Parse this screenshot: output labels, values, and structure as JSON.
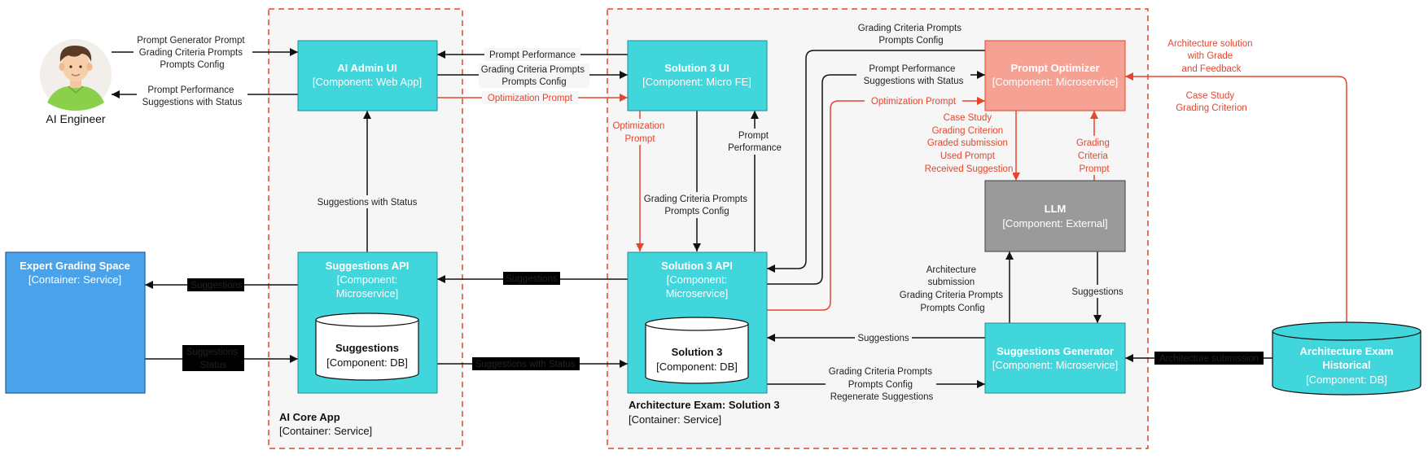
{
  "person": {
    "label": "AI Engineer"
  },
  "boundaries": {
    "core": {
      "title": "AI Core App",
      "sub": "[Container: Service]"
    },
    "exam": {
      "title": "Architecture Exam: Solution 3",
      "sub": "[Container: Service]"
    }
  },
  "boxes": {
    "admin_ui": {
      "title": "AI Admin UI",
      "sub": "[Component: Web App]"
    },
    "sol3_ui": {
      "title": "Solution 3 UI",
      "sub": "[Component: Micro FE]"
    },
    "optimizer": {
      "title": "Prompt Optimizer",
      "sub": "[Component: Microservice]"
    },
    "llm": {
      "title": "LLM",
      "sub": "[Component: External]"
    },
    "expert": {
      "title": "Expert Grading Space",
      "sub": "[Container: Service]"
    },
    "sugg_api": {
      "title": "Suggestions API",
      "sub1": "[Component:",
      "sub2": "Microservice]"
    },
    "sol3_api": {
      "title": "Solution 3 API",
      "sub1": "[Component:",
      "sub2": "Microservice]"
    },
    "generator": {
      "title": "Suggestions Generator",
      "sub": "[Component: Microservice]"
    }
  },
  "databases": {
    "suggestions": {
      "title": "Suggestions",
      "sub": "[Component: DB]"
    },
    "solution3": {
      "title": "Solution 3",
      "sub": "[Component: DB]"
    },
    "historical": {
      "title1": "Architecture Exam",
      "title2": "Historical",
      "sub": "[Component: DB]"
    }
  },
  "edges": {
    "eng_to_admin": [
      "Prompt Generator Prompt",
      "Grading Criteria Prompts",
      "Prompts Config"
    ],
    "admin_to_eng": [
      "Prompt Performance",
      "Suggestions with Status"
    ],
    "sol3ui_to_admin": [
      "Prompt Performance"
    ],
    "admin_sol3ui_bi": [
      "Grading Criteria Prompts",
      "Prompts Config"
    ],
    "admin_opt_prompt": [
      "Optimization Prompt"
    ],
    "sol3ui_to_api_opt": [
      "Optimization",
      "Prompt"
    ],
    "sol3ui_api_bi": [
      "Grading Criteria Prompts",
      "Prompts Config"
    ],
    "api_to_ui_perf": [
      "Prompt",
      "Performance"
    ],
    "opt_top": [
      "Grading Criteria Prompts",
      "Prompts Config"
    ],
    "opt_perf": [
      "Prompt Performance",
      "Suggestions with Status"
    ],
    "opt_prompt": [
      "Optimization Prompt"
    ],
    "opt_to_llm": [
      "Case Study",
      "Grading Criterion",
      "Graded submission",
      "Used Prompt",
      "Received Suggestion"
    ],
    "llm_to_opt": [
      "Grading",
      "Criteria",
      "Prompt"
    ],
    "hist_to_opt_1": [
      "Architecture solution",
      "with Grade",
      "and Feedback"
    ],
    "hist_to_opt_2": [
      "Case Study",
      "Grading Criterion"
    ],
    "suggapi_to_admin": [
      "Suggestions with Status"
    ],
    "suggapi_to_expert": [
      "Suggestions"
    ],
    "expert_to_suggapi": [
      "Suggestions",
      "Status"
    ],
    "sol3api_to_suggapi": [
      "Suggestions"
    ],
    "suggapi_to_sol3api": [
      "Suggestions with Status"
    ],
    "gen_to_llm": [
      "Architecture",
      "submission",
      "Grading Criteria Prompts",
      "Prompts Config"
    ],
    "llm_to_gen": [
      "Suggestions"
    ],
    "gen_to_sol3api": [
      "Suggestions"
    ],
    "sol3api_to_gen": [
      "Grading Criteria Prompts",
      "Prompts Config",
      "Regenerate Suggestions"
    ],
    "hist_to_gen": [
      "Architecture submission"
    ]
  },
  "colors": {
    "teal": "#41d5dc",
    "teal_border": "#1e8e96",
    "blue": "#4aa3ea",
    "salmon": "#f5a193",
    "grey": "#9a9a9a",
    "red": "#e5452c",
    "boundary_bg": "#f6f6f6"
  }
}
